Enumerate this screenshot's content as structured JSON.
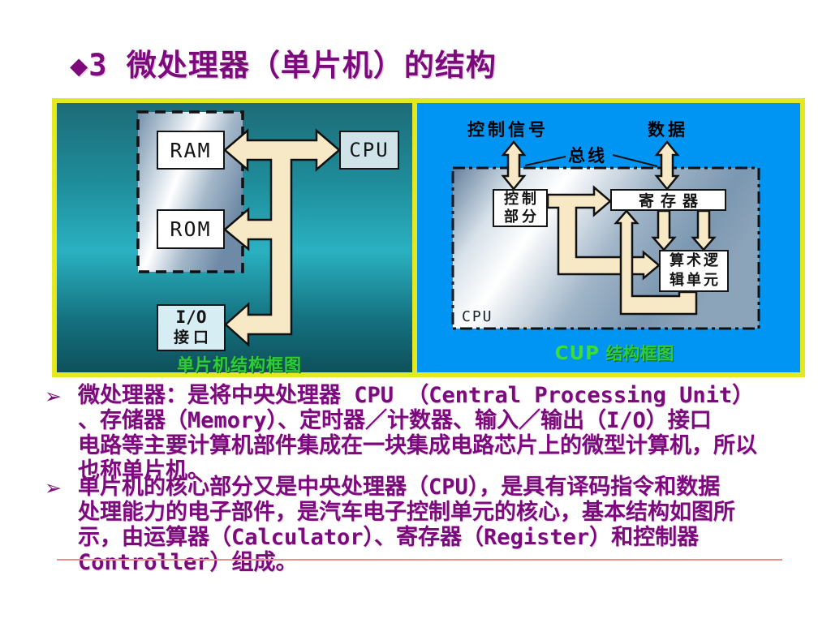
{
  "title": "◆3  微处理器（单片机）的结构",
  "diagram": {
    "left": {
      "boxes": {
        "ram": "RAM",
        "rom": "ROM",
        "cpu": "CPU",
        "io_line1": "I/O",
        "io_line2": "接口"
      },
      "caption": "单片机结构框图"
    },
    "right": {
      "labels": {
        "control_signal": "控制信号",
        "data": "数据",
        "bus": "总线",
        "cpu": "CPU"
      },
      "boxes": {
        "control_line1": "控制",
        "control_line2": "部分",
        "register": "寄存器",
        "alu_line1": "算术逻",
        "alu_line2": "辑单元"
      },
      "caption_en": "CUP",
      "caption_zh": " 结构框图"
    }
  },
  "bullets": [
    {
      "marker": "➢",
      "lines": [
        "微处理器：是将中央处理器 CPU （Central Processing Unit）",
        "、存储器（Memory）、定时器／计数器、输入／输出（I/O）接口",
        "电路等主要计算机部件集成在一块集成电路芯片上的微型计算机，所以",
        "也称单片机。"
      ]
    },
    {
      "marker": "➢",
      "lines": [
        "单片机的核心部分又是中央处理器（CPU），是具有译码指令和数据",
        "处理能力的电子部件，是汽车电子控制单元的核心，基本结构如图所",
        "示，由运算器（Calculator）、寄存器（Register）和控制器",
        "Controller）组成。"
      ]
    }
  ],
  "colors": {
    "title_purple": "#7d0a7d",
    "body_purple": "#7d0a7d",
    "border_yellow": "#e3e821",
    "right_panel_blue": "#0095f2",
    "arrow_cream": "#f7e9c6",
    "caption_green": "#2ecc38",
    "cup_green": "#3bdc3b",
    "box_blue_light": "#cfe3e8",
    "box_cyan_light": "#d6edf3",
    "underline_red": "#e89090"
  }
}
